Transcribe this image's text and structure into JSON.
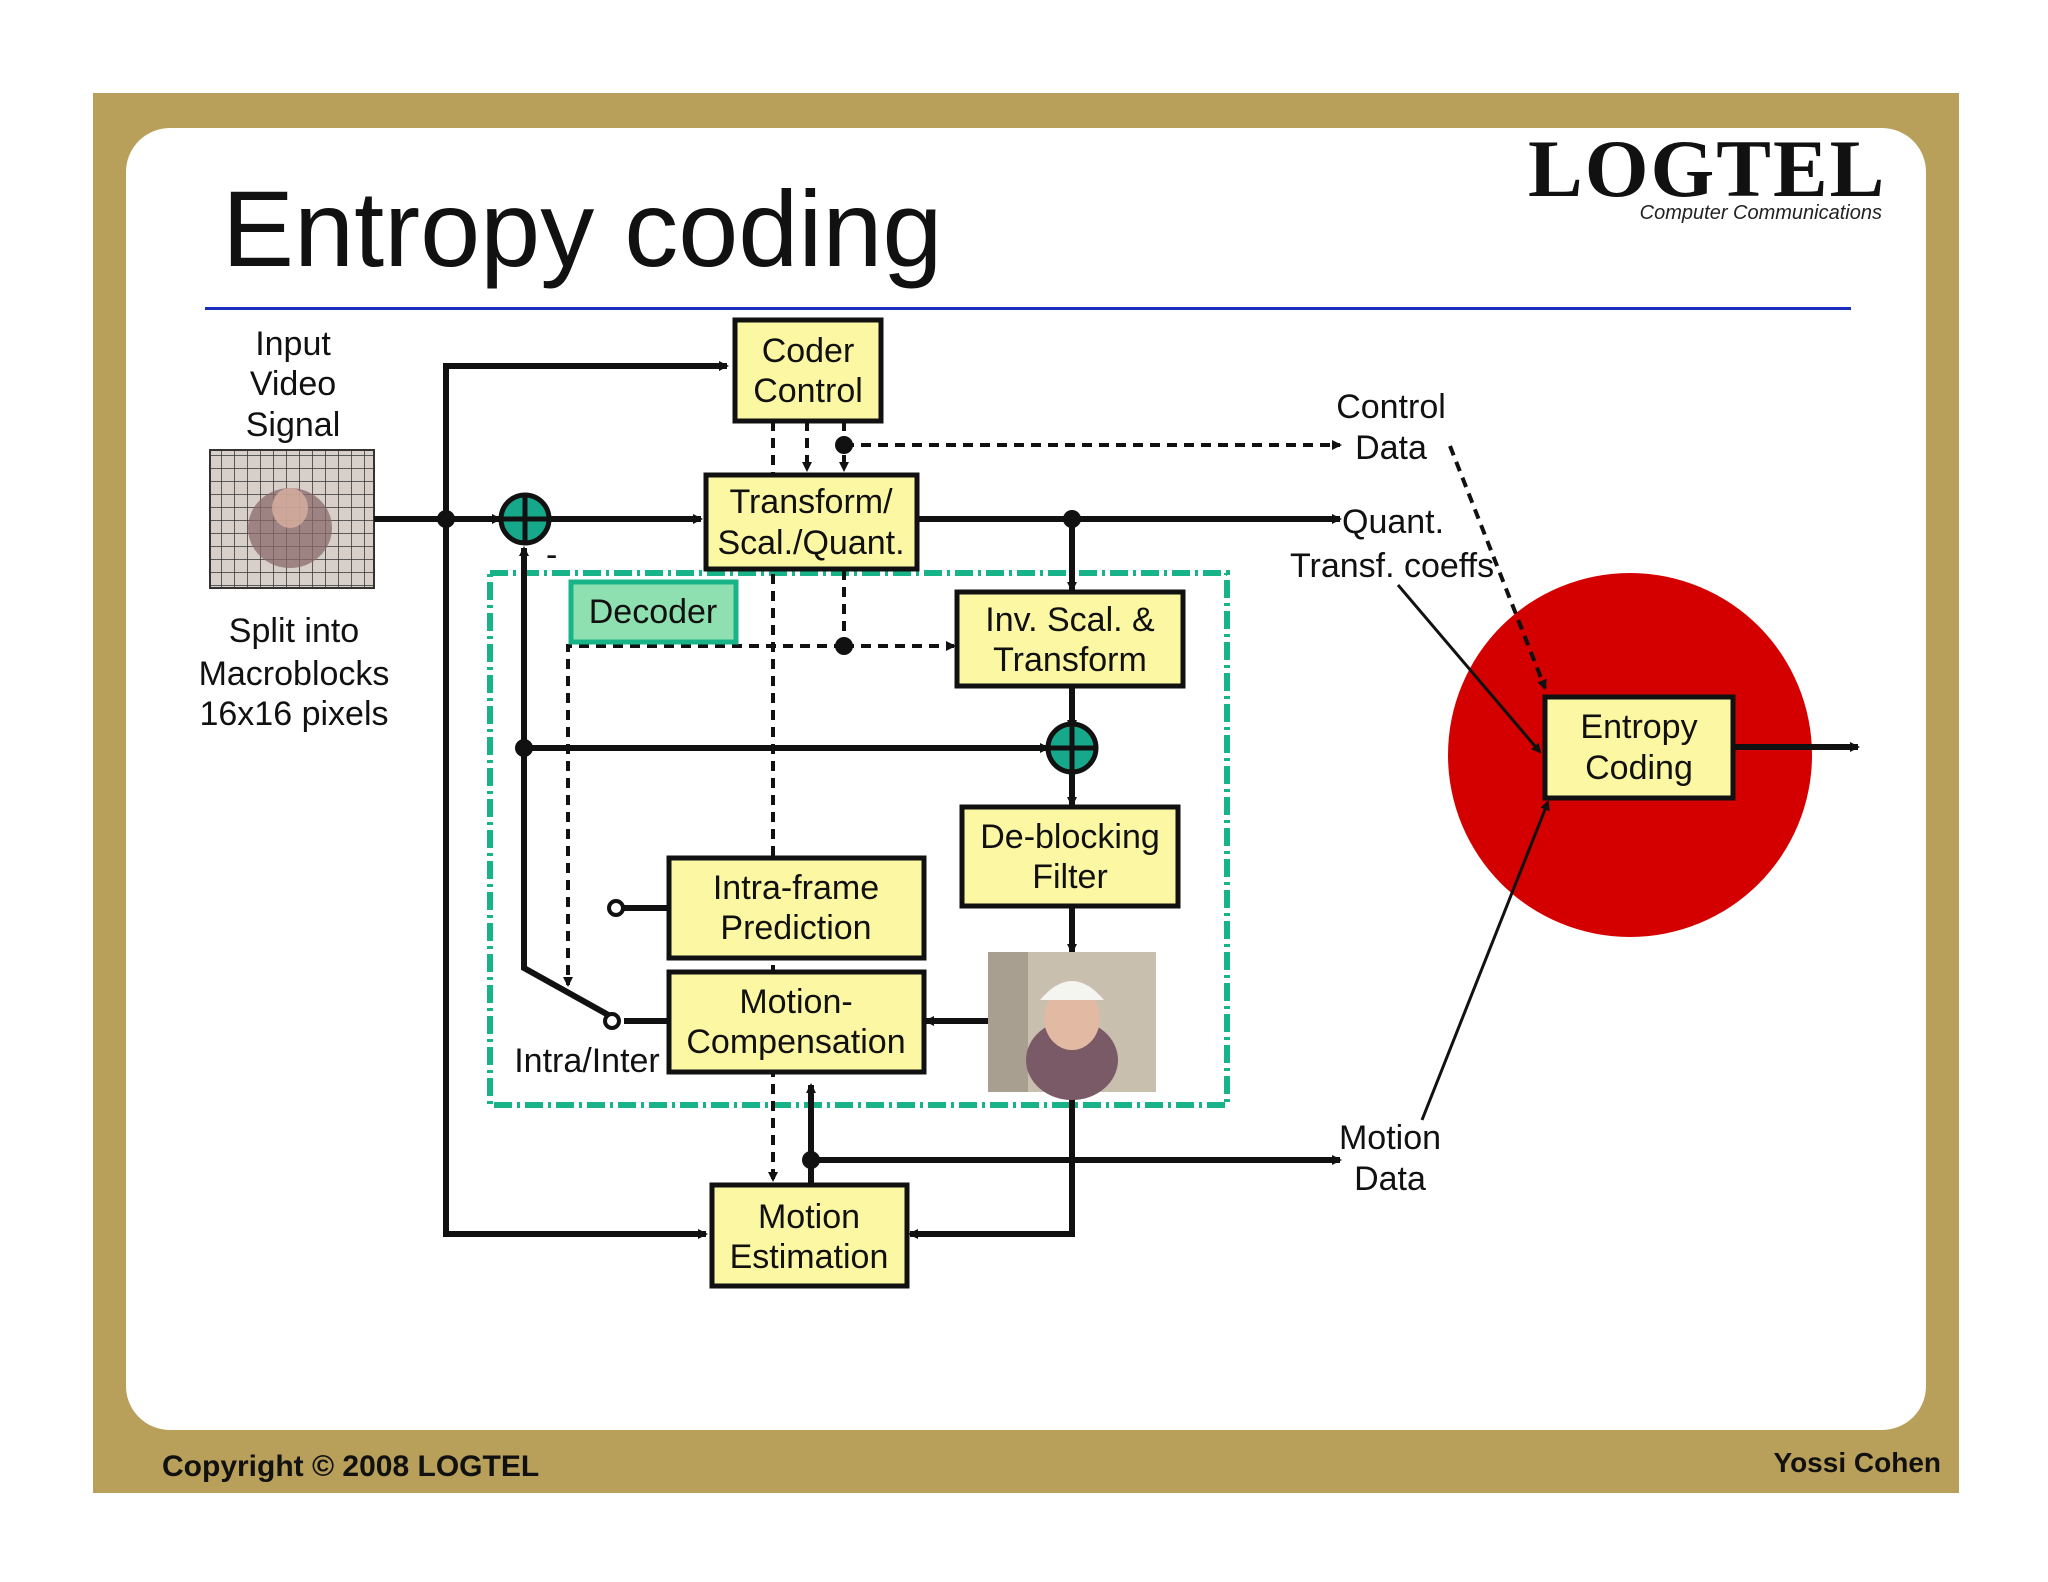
{
  "slide": {
    "title": "Entropy coding",
    "footer_left": "Copyright © 2008 LOGTEL",
    "footer_right": "Yossi Cohen"
  },
  "logo": {
    "word": "LOGTEL",
    "tagline": "Computer Communications"
  },
  "colors": {
    "frame": "#b9a05a",
    "rule": "#1c2ec0",
    "block_fill": "#fbf7a3",
    "decoder_fill": "#8fe0b0",
    "decoder_border": "#19b38a",
    "adder": "#16a88a",
    "highlight_circle": "#d40000"
  },
  "diagram": {
    "input_label": [
      "Input",
      "Video",
      "Signal"
    ],
    "split_label": [
      "Split into",
      "Macroblocks",
      "16x16 pixels"
    ],
    "minus_sign": "-",
    "coder_control": [
      "Coder",
      "Control"
    ],
    "transform": [
      "Transform/",
      "Scal./Quant."
    ],
    "decoder": "Decoder",
    "inv_scal": [
      "Inv. Scal. &",
      "Transform"
    ],
    "deblocking": [
      "De-blocking",
      "Filter"
    ],
    "intra_pred": [
      "Intra-frame",
      "Prediction"
    ],
    "motion_comp": [
      "Motion-",
      "Compensation"
    ],
    "intra_inter": "Intra/Inter",
    "motion_est": [
      "Motion",
      "Estimation"
    ],
    "control_data": [
      "Control",
      "Data"
    ],
    "quant_coeffs": [
      "Quant.",
      "Transf. coeffs"
    ],
    "motion_data": [
      "Motion",
      "Data"
    ],
    "entropy": [
      "Entropy",
      "Coding"
    ]
  }
}
